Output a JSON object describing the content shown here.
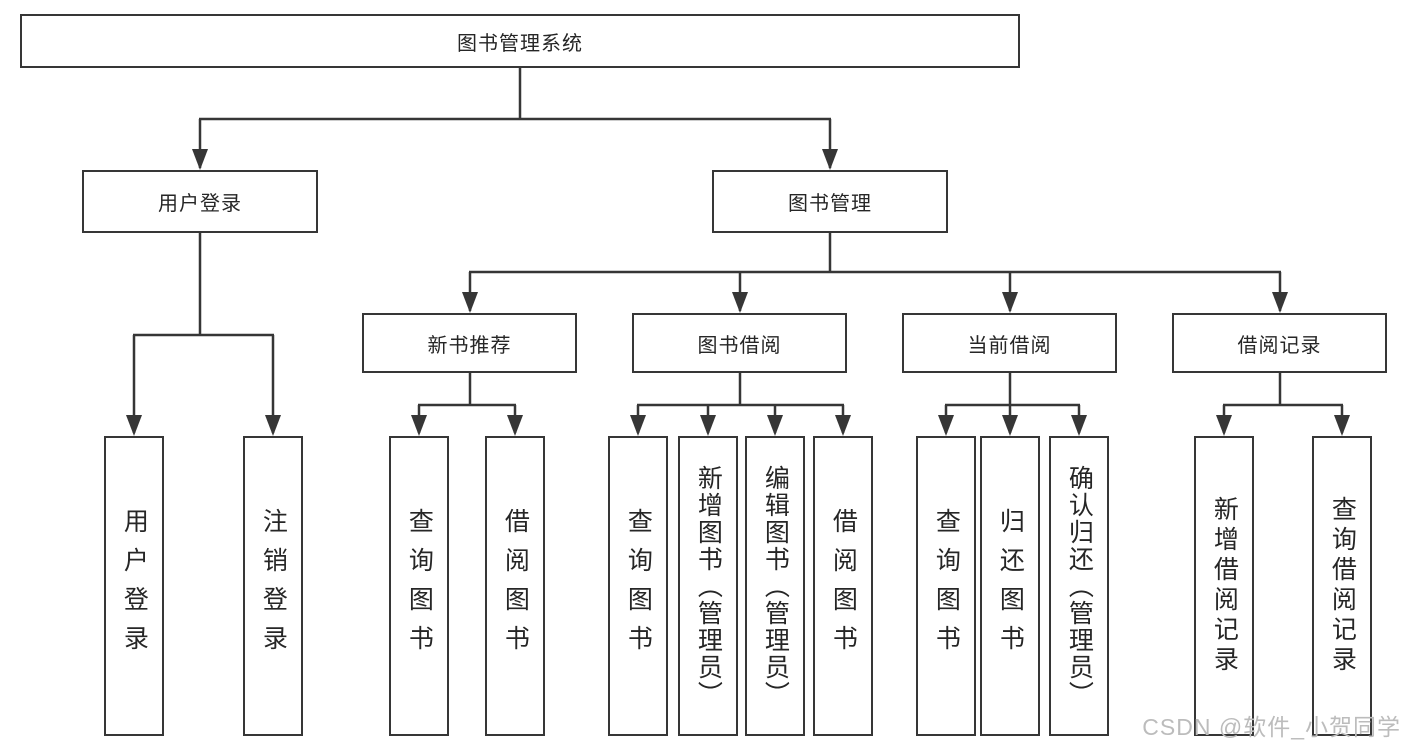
{
  "diagram": {
    "title": "图书管理系统",
    "level2": {
      "user_login": "用户登录",
      "book_mgmt": "图书管理"
    },
    "level3": {
      "new_books": "新书推荐",
      "book_borrow": "图书借阅",
      "current_borrow": "当前借阅",
      "borrow_records": "借阅记录"
    },
    "leaves": {
      "a1": "用户登录",
      "a2": "注销登录",
      "b1": "查询图书",
      "b2": "借阅图书",
      "c1": "查询图书",
      "c2": "新增图书（管理员）",
      "c3": "编辑图书（管理员）",
      "c4": "借阅图书",
      "d1": "查询图书",
      "d2": "归还图书",
      "d3": "确认归还（管理员）",
      "e1": "新增借阅记录",
      "e2": "查询借阅记录"
    }
  },
  "watermark": {
    "text": "CSDN @软件_小贺同学"
  },
  "colors": {
    "line": "#363636",
    "box_border": "#363636",
    "text": "#262626",
    "watermark": "#bcbcbc",
    "background": "#ffffff"
  }
}
